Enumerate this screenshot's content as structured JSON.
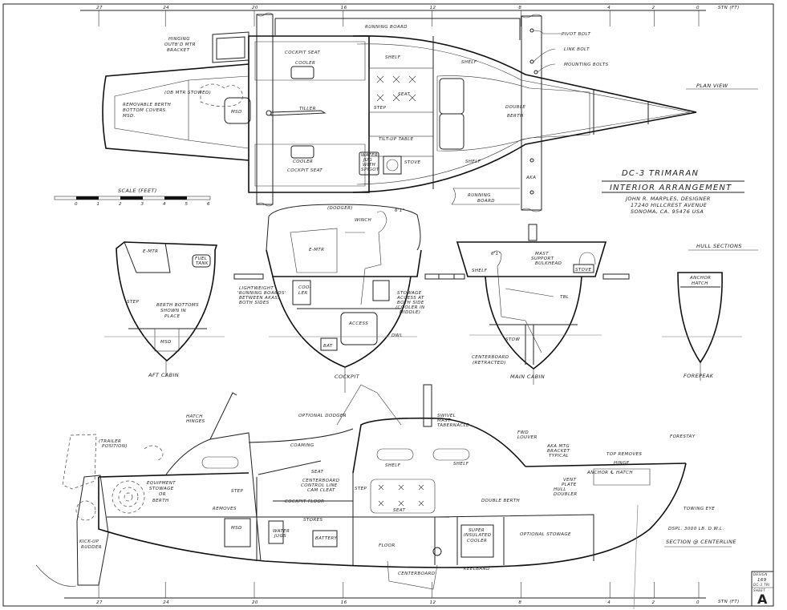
{
  "stations": {
    "ticks": [
      "27",
      "24",
      "20",
      "16",
      "12",
      "8",
      "4",
      "2",
      "0"
    ],
    "values": [
      27,
      24,
      20,
      16,
      12,
      8,
      4,
      2,
      0
    ],
    "unit_label": "STN (FT)"
  },
  "plan_view": {
    "title": "PLAN VIEW",
    "labels": {
      "hinging_bracket": [
        "HINGING",
        "OUTB'D MTR",
        "BRACKET"
      ],
      "ob_mtr_stowed": "(OB MTR STOWED)",
      "removable_berth": [
        "REMOVABLE BERTH",
        "BOTTOM COVERS",
        "MSD."
      ],
      "msd": "MSD",
      "tiller": "TILLER",
      "cockpit_seat_top": "COCKPIT SEAT",
      "cooler_top": "COOLER",
      "cooler_bottom": "COOLER",
      "cockpit_seat_bottom": "COCKPIT SEAT",
      "running_board_top": "RUNNING BOARD",
      "shelf_1": "SHELF",
      "shelf_2": "SHELF",
      "shelf_3": "SHELF",
      "seat": "SEAT",
      "step": "STEP",
      "tilt_table": "TILT-UP TABLE",
      "water_jug": [
        "WATER",
        "JUG",
        "WITH",
        "SPIGOT"
      ],
      "stove": "STOVE",
      "double_berth": [
        "DOUBLE",
        "BERTH"
      ],
      "pivot_bolt": "PIVOT BOLT",
      "link_bolt": "LINK BOLT",
      "mounting_bolts": "MOUNTING BOLTS",
      "aka": "AKA",
      "running_board_bottom": [
        "RUNNING",
        "BOARD"
      ]
    }
  },
  "scale": {
    "title": "SCALE (FEET)",
    "ticks": [
      "0",
      "1",
      "2",
      "3",
      "4",
      "5",
      "6"
    ]
  },
  "title_block": {
    "name": "DC-3 TRIMARAN",
    "subtitle": "INTERIOR ARRANGEMENT",
    "designer": "JOHN R. MARPLES, DESIGNER",
    "address": "17240 HILLCREST AVENUE",
    "city": "SONOMA, CA. 95476 USA"
  },
  "hull_sections": {
    "title": "HULL SECTIONS",
    "aft_cabin": {
      "title": "AFT CABIN",
      "labels": {
        "e_mtr": "E-MTR",
        "fuel_tank": [
          "FUEL",
          "TANK"
        ],
        "step": "STEP",
        "berth_bottoms": [
          "BERTH BOTTOMS",
          "SHOWN IN",
          "PLACE"
        ],
        "msd": "MSD"
      }
    },
    "cockpit": {
      "title": "COCKPIT",
      "labels": {
        "dodger": "(DODGER)",
        "winch": "WINCH",
        "height": "6'1\"",
        "e_mtr": "E-MTR",
        "cooler": [
          "COO-",
          "LER"
        ],
        "running_boards": [
          "LIGHTWEIGHT",
          "'RUNNING BOARDS'",
          "BETWEEN AKAS,",
          "BOTH SIDES"
        ],
        "stowage": [
          "STOWAGE",
          "ACCESS AT",
          "BOTH SIDE",
          "(COOLER IN",
          "MIDDLE)"
        ],
        "access": "ACCESS",
        "bat": "BAT",
        "dwl": "DWL"
      }
    },
    "main_cabin": {
      "title": "MAIN CABIN",
      "labels": {
        "height": "6'1\"",
        "shelf": "SHELF",
        "mast_support": [
          "MAST",
          "SUPPORT",
          "BULKHEAD"
        ],
        "stove": "STOVE",
        "tbl": "TBL",
        "stow": "STOW",
        "centerboard": [
          "CENTERBOARD",
          "(RETRACTED)"
        ]
      }
    },
    "forepeak": {
      "title": "FOREPEAK",
      "labels": {
        "anchor_hatch": [
          "ANCHOR",
          "HATCH"
        ]
      }
    }
  },
  "profile": {
    "title": "SECTION @ CENTERLINE",
    "displacement": "DSPL. 3000 LB. D.W.L.",
    "labels": {
      "hatch_hinges": [
        "HATCH",
        "HINGES"
      ],
      "trailer_position": [
        "(TRAILER",
        "POSITION)"
      ],
      "optional_dodger": "OPTIONAL DODGER",
      "coaming": "COAMING",
      "seat": "SEAT",
      "equipment_stowage": [
        "EQUIPMENT",
        "STOWAGE",
        "OR",
        "BERTH"
      ],
      "step_aft": "STEP",
      "removes": "REMOVES",
      "centerboard_control": [
        "CENTERBOARD",
        "CONTROL LINE",
        "CAM CLEAT"
      ],
      "step_fwd": "STEP",
      "cockpit_floor": "COCKPIT FLOOR",
      "stores": "STORES",
      "msd": "MSD",
      "water_jugs": [
        "WATER",
        "JUGS"
      ],
      "battery": "BATTERY",
      "kick_up_rudder": [
        "KICK-UP",
        "RUDDER"
      ],
      "swivel_mast": [
        "SWIVEL",
        "MAST",
        "TABERNACLE"
      ],
      "fwd_louver": [
        "FWD",
        "LOUVER"
      ],
      "aka_mtg_bracket": [
        "AKA MTG",
        "BRACKET",
        "TYPICAL"
      ],
      "top_removes": "TOP REMOVES",
      "hinge": "HINGE",
      "anchor_hatch": "ANCHOR ℄ HATCH",
      "vent_plate": [
        "VENT",
        "PLATE"
      ],
      "hull_doubler": [
        "HULL",
        "DOUBLER"
      ],
      "forestay": "FORESTAY",
      "shelf_1": "SHELF",
      "shelf_2": "SHELF",
      "seat_fwd": "SEAT",
      "double_berth": "DOUBLE BERTH",
      "towing_eye": "TOWING EYE",
      "floor": "FLOOR",
      "super_cooler": [
        "SUPER",
        "INSULATED",
        "COOLER"
      ],
      "optional_stowage": "OPTIONAL STOWAGE",
      "keelband": "KEELBAND",
      "centerboard": "CENTERBOARD"
    }
  },
  "sheet_block": {
    "design_label": "DESIGN",
    "design_number": "169",
    "drawing": "DC-3 TRI",
    "sheet_label": "SHEET",
    "sheet": "A"
  }
}
